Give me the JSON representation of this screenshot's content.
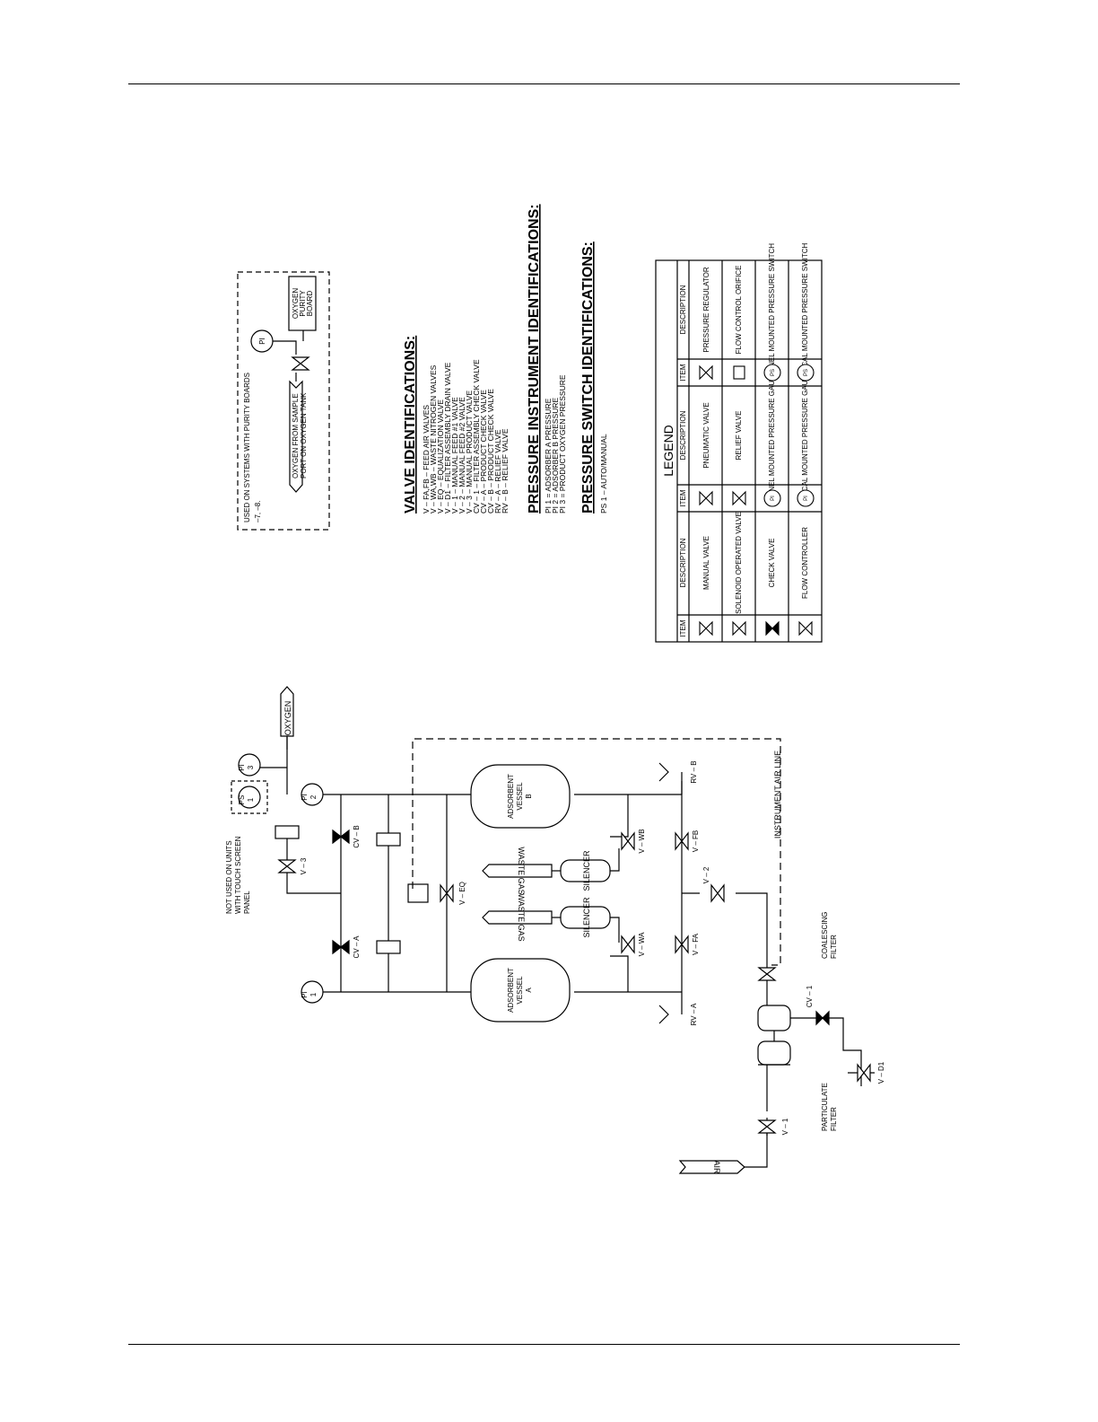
{
  "border_color": "#000000",
  "labels": {
    "oxygen": "OXYGEN",
    "air": "AIR",
    "waste_gas_a": "WASTE GAS",
    "waste_gas_b": "WASTE GAS",
    "silencer_a": "SILENCER",
    "silencer_b": "SILENCER",
    "vessel_a": [
      "ADSORBENT",
      "VESSEL",
      "A"
    ],
    "vessel_b": [
      "ADSORBENT",
      "VESSEL",
      "B"
    ],
    "instrument_air_line": "INSTRUMENT AIR LINE",
    "not_used_note": [
      "NOT USED ON UNITS",
      "WITH TOUCH SCREEN",
      "PANEL"
    ],
    "coalescing_filter": [
      "COALESCING",
      "FILTER"
    ],
    "particulate_filter": [
      "PARTICULATE",
      "FILTER"
    ],
    "pi1": [
      "PI",
      "1"
    ],
    "pi2": [
      "PI",
      "2"
    ],
    "pi3": [
      "PI",
      "3"
    ],
    "ps1": [
      "PS",
      "1"
    ],
    "v3": "V – 3",
    "cva": "CV – A",
    "cvb": "CV – B",
    "veq": "V – EQ",
    "vwa": "V – WA",
    "vwb": "V – WB",
    "vfa": "V – FA",
    "vfb": "V – FB",
    "v2": "V – 2",
    "v1": "V – 1",
    "vd1": "V – D1",
    "cv1": "CV – 1",
    "rva": "RV – A",
    "rvb": "RV – B"
  },
  "purity_box": {
    "note": [
      "USED ON SYSTEMS WITH PURITY BOARDS",
      "–7, –8."
    ],
    "sample": [
      "OXYGEN FROM SAMPLE",
      "PORT ON OXYGEN TANK"
    ],
    "board": [
      "OXYGEN",
      "PURITY",
      "BOARD"
    ],
    "pi": "PI"
  },
  "valve_identifications": {
    "title": "VALVE IDENTIFICATIONS:",
    "items": [
      "V – FA,FB  –  FEED AIR VALVES",
      "V – WA,WB  –  WASTE NITROGEN VALVES",
      "V – EQ  –  EQUALIZATION VALVE",
      "V – D1  –  FILTER ASSEMBLY DRAIN VALVE",
      "V – 1  –  MANUAL FEED #1 VALVE",
      "V – 2  –  MANUAL FEED #2 VALVE",
      "V – 3  –  MANUAL PRODUCT VALVE",
      "CV – 1  –  FILTER ASSEMBLY CHECK VALVE",
      "CV – A  –  PRODUCT CHECK VALVE",
      "CV – B  –  PRODUCT CHECK VALVE",
      "RV – A  –  RELIEF VALVE",
      "RV – B  –  RELIEF VALVE"
    ]
  },
  "pressure_instrument_identifications": {
    "title": "PRESSURE INSTRUMENT IDENTIFICATIONS:",
    "items": [
      "PI 1  =  ADSORBER A PRESSURE",
      "PI 2  =  ADSORBER B PRESSURE",
      "PI 3  =  PRODUCT OXYGEN PRESSURE"
    ]
  },
  "pressure_switch_identifications": {
    "title": "PRESSURE SWITCH IDENTIFICATIONS:",
    "items": [
      "PS 1  –  AUTO/MANUAL"
    ]
  },
  "legend": {
    "title": "LEGEND",
    "headers": [
      "ITEM",
      "DESCRIPTION",
      "ITEM",
      "DESCRIPTION",
      "ITEM",
      "DESCRIPTION"
    ],
    "rows": [
      [
        "manual-valve-icon",
        "MANUAL VALVE",
        "pneumatic-valve-icon",
        "PNEUMATIC VALVE",
        "pressure-regulator-icon",
        "PRESSURE REGULATOR"
      ],
      [
        "solenoid-valve-icon",
        "SOLENOID OPERATED VALVE",
        "relief-valve-icon",
        "RELIEF VALVE",
        "flow-orifice-icon",
        "FLOW CONTROL ORIFICE"
      ],
      [
        "check-valve-icon",
        "CHECK VALVE",
        "panel-gauge-icon",
        "PANEL MOUNTED PRESSURE GAUGE",
        "panel-switch-icon",
        "PANEL MOUNTED PRESSURE SWITCH"
      ],
      [
        "flow-controller-icon",
        "FLOW CONTROLLER",
        "local-gauge-icon",
        "LOCAL MOUNTED PRESSURE GAUGE",
        "local-switch-icon",
        "LOCAL MOUNTED PRESSURE SWITCH"
      ]
    ],
    "symbol_text": {
      "pi": "PI",
      "ps": "PS"
    }
  }
}
